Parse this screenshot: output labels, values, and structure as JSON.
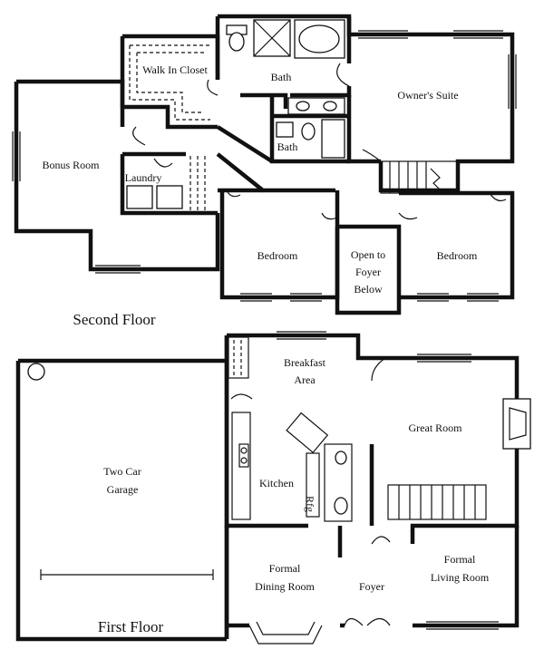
{
  "second_floor": {
    "caption": "Second Floor",
    "rooms": {
      "walk_in_closet": "Walk In Closet",
      "bath_main": "Bath",
      "owners_suite": "Owner's Suite",
      "bath_small": "Bath",
      "bonus_room": "Bonus Room",
      "laundry": "Laundry",
      "bedroom_left": "Bedroom",
      "open_to_foyer_1": "Open to",
      "open_to_foyer_2": "Foyer",
      "open_to_foyer_3": "Below",
      "bedroom_right": "Bedroom"
    }
  },
  "first_floor": {
    "caption": "First Floor",
    "rooms": {
      "breakfast_1": "Breakfast",
      "breakfast_2": "Area",
      "great_room": "Great Room",
      "garage_1": "Two Car",
      "garage_2": "Garage",
      "kitchen": "Kitchen",
      "refrigerator": "Rfg",
      "dining_1": "Formal",
      "dining_2": "Dining Room",
      "foyer": "Foyer",
      "living_1": "Formal",
      "living_2": "Living Room"
    }
  }
}
